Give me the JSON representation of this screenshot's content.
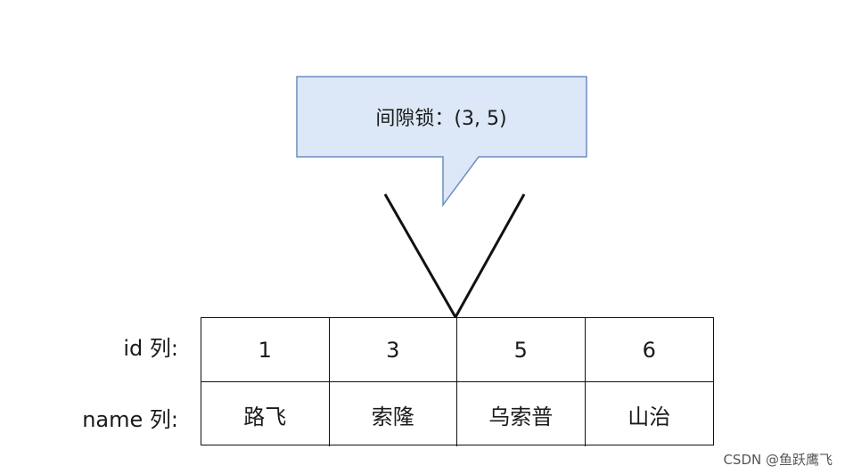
{
  "callout": {
    "text": "间隙锁：(3, 5)",
    "fill": "#dce8f7",
    "stroke": "#6c8ebf"
  },
  "table": {
    "row_labels": {
      "id": "id 列:",
      "name": "name 列:"
    },
    "ids": [
      "1",
      "3",
      "5",
      "6"
    ],
    "names": [
      "路飞",
      "索隆",
      "乌索普",
      "山治"
    ]
  },
  "watermark": "CSDN @鱼跃鹰飞"
}
